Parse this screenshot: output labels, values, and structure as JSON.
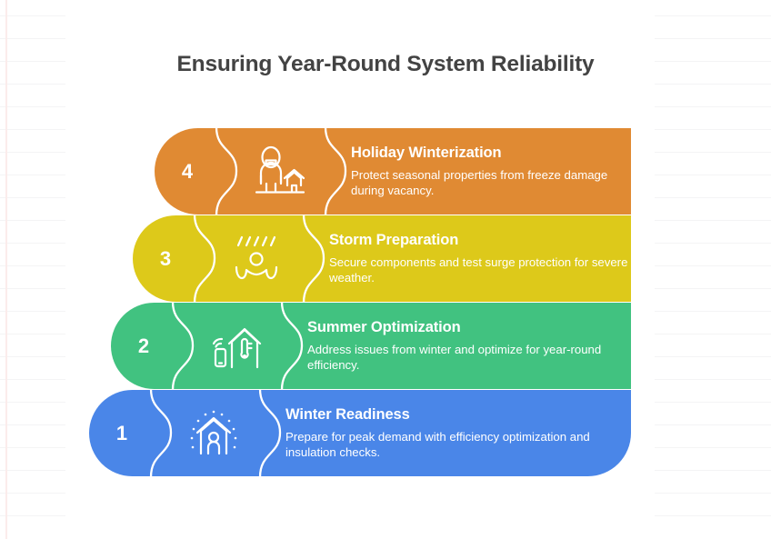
{
  "page": {
    "title": "Ensuring Year-Round System Reliability",
    "background_style": "ruled-notebook-paper",
    "title_color": "#434343",
    "panel_color": "#ffffff",
    "rule_line_color": "#f4f4f5",
    "margin_rule_color": "#fbeceb"
  },
  "steps": [
    {
      "number": "4",
      "title": "Holiday Winterization",
      "description": "Protect seasonal properties from freeze damage during vacancy.",
      "color": "#E08A33",
      "icon": "person-with-house-icon"
    },
    {
      "number": "3",
      "title": "Storm Preparation",
      "description": "Secure components and test surge protection for severe weather.",
      "color": "#DDC91A",
      "icon": "storm-person-rain-icon"
    },
    {
      "number": "2",
      "title": "Summer Optimization",
      "description": "Address issues from winter and optimize for year-round efficiency.",
      "color": "#41C280",
      "icon": "smart-home-thermostat-icon"
    },
    {
      "number": "1",
      "title": "Winter Readiness",
      "description": "Prepare for peak demand with efficiency optimization and insulation checks.",
      "color": "#4A86E8",
      "icon": "house-person-snow-icon"
    }
  ]
}
